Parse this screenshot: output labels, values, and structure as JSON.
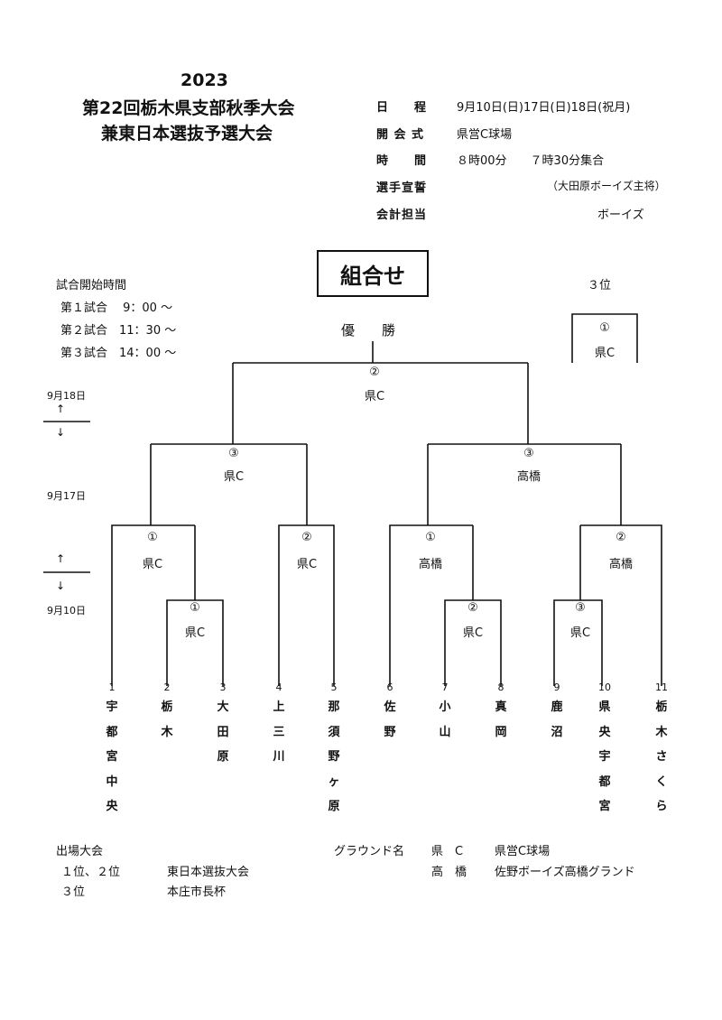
{
  "header": {
    "year": "2023",
    "title1": "第22回栃木県支部秋季大会",
    "title2": "兼東日本選抜予選大会"
  },
  "info": [
    {
      "label": "日　　程",
      "value": "9月10日(日)17日(日)18日(祝月)"
    },
    {
      "label": "開 会 式",
      "value": "県営C球場"
    },
    {
      "label": "時　　間",
      "value": "８時00分　　７時30分集合"
    },
    {
      "label": "選手宣誓",
      "value": "（大田原ボーイズ主将）"
    },
    {
      "label": "会計担当",
      "value": "ボーイズ"
    }
  ],
  "bracket_title": "組合せ",
  "schedule": {
    "title": "試合開始時間",
    "games": [
      "第１試合　 9：00 ～",
      "第２試合　11：30 ～",
      "第３試合　14：00 ～"
    ]
  },
  "dates": {
    "final": "9月18日",
    "semi": "9月17日",
    "first": "9月10日",
    "up": "↑",
    "down": "↓"
  },
  "champion": "優　　勝",
  "third": {
    "label": "３位",
    "mark": "①",
    "venue": "県C"
  },
  "matches": {
    "final": {
      "mark": "②",
      "venue": "県C"
    },
    "semi_left": {
      "mark": "③",
      "venue": "県C"
    },
    "semi_right": {
      "mark": "③",
      "venue": "高橋"
    },
    "q1": {
      "mark": "①",
      "venue": "県C"
    },
    "q2": {
      "mark": "②",
      "venue": "県C"
    },
    "q3": {
      "mark": "①",
      "venue": "高橋"
    },
    "q4": {
      "mark": "②",
      "venue": "高橋"
    },
    "r1a": {
      "mark": "①",
      "venue": "県C"
    },
    "r1b": {
      "mark": "②",
      "venue": "県C"
    },
    "r1c": {
      "mark": "③",
      "venue": "県C"
    }
  },
  "teams": [
    {
      "no": "1",
      "name": "宇都宮中央"
    },
    {
      "no": "2",
      "name": "栃　　　木"
    },
    {
      "no": "3",
      "name": "大　田　原"
    },
    {
      "no": "4",
      "name": "上　三　川"
    },
    {
      "no": "5",
      "name": "那須野ヶ原"
    },
    {
      "no": "6",
      "name": "佐　　　野"
    },
    {
      "no": "7",
      "name": "小　　　山"
    },
    {
      "no": "8",
      "name": "真　　　岡"
    },
    {
      "no": "9",
      "name": "鹿　　　沼"
    },
    {
      "no": "10",
      "name": "県央宇都宮"
    },
    {
      "no": "11",
      "name": "栃木さくら"
    }
  ],
  "footer": {
    "events_title": "出場大会",
    "events": [
      {
        "rank": "１位、２位",
        "name": "東日本選抜大会"
      },
      {
        "rank": "３位",
        "name": "本庄市長杯"
      }
    ],
    "ground_title": "グラウンド名",
    "grounds": [
      {
        "abbr": "県　C",
        "name": "県営C球場"
      },
      {
        "abbr": "高　橋",
        "name": "佐野ボーイズ高橋グランド"
      }
    ]
  }
}
